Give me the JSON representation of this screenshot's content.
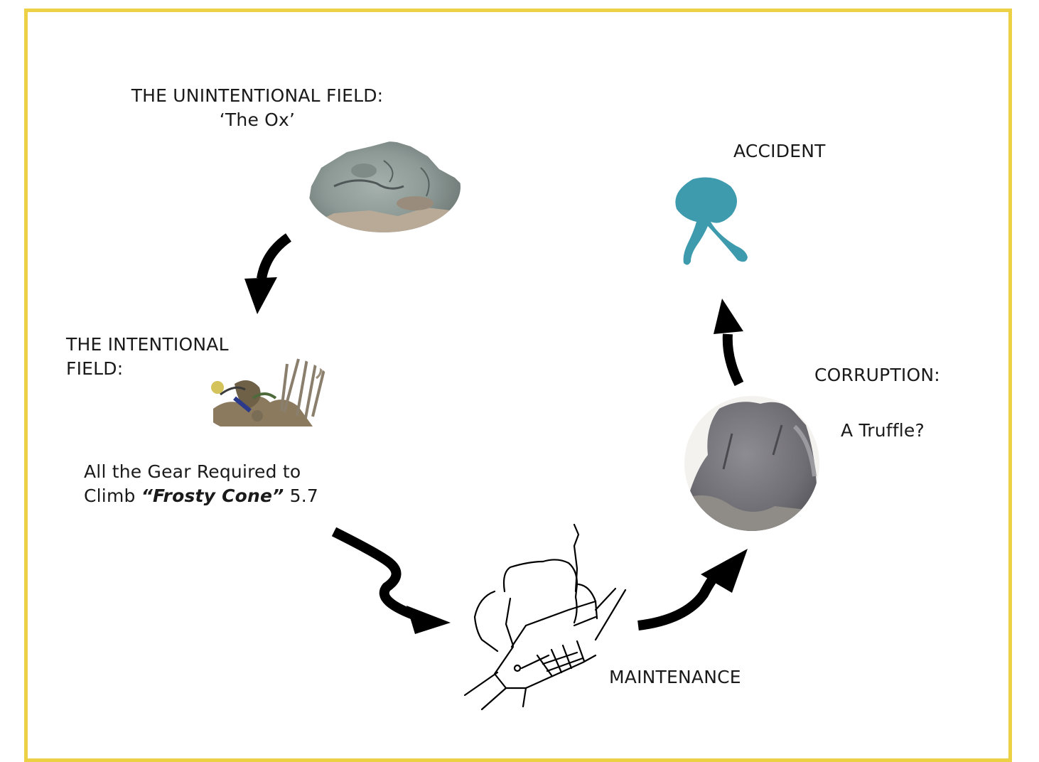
{
  "colors": {
    "frame_border": "#ecd046",
    "accident_splat": "#3e9aad",
    "arrows": "#000000"
  },
  "nodes": {
    "unintentional": {
      "title_line1": "THE UNINTENTIONAL FIELD:",
      "title_line2": "‘The Ox’",
      "image": "rock-boulder-photo"
    },
    "intentional": {
      "title_line1": "THE INTENTIONAL",
      "title_line2": "FIELD:",
      "image": "climbing-gear-photo",
      "caption_line1": "All the Gear Required to",
      "caption_prefix": "Climb ",
      "caption_route": "“Frosty Cone”",
      "caption_grade": " 5.7"
    },
    "maintenance": {
      "label": "MAINTENANCE",
      "image": "boulder-line-drawing"
    },
    "corruption": {
      "title": "CORRUPTION:",
      "subtitle": "A Truffle?",
      "image": "truffle-rock-photo"
    },
    "accident": {
      "label": "ACCIDENT",
      "image": "splat-icon"
    }
  }
}
